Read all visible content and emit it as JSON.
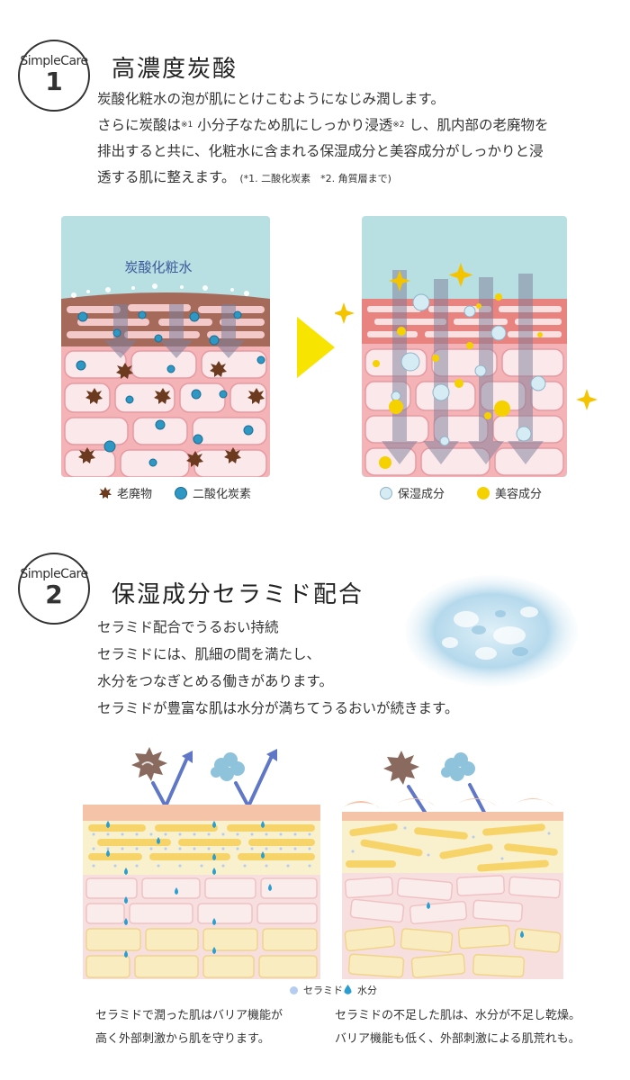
{
  "section1": {
    "badge_label": "SimpleCare",
    "badge_number": "1",
    "title": "高濃度炭酸",
    "desc_line1": "炭酸化粧水の泡が肌にとけこむようになじみ潤します。",
    "desc_line2_a": "さらに炭酸は",
    "desc_line2_sup1": "※1",
    "desc_line2_b": " 小分子なため肌にしっかり浸透",
    "desc_line2_sup2": "※2",
    "desc_line2_c": " し、肌内部の老廃物を",
    "desc_line3": "排出すると共に、化粧水に含まれる保湿成分と美容成分がしっかりと浸",
    "desc_line4": "透する肌に整えます。",
    "footnote": "(*1. 二酸化炭素　*2. 角質層まで)",
    "left_panel_label": "炭酸化粧水",
    "legend_waste": "老廃物",
    "legend_co2": "二酸化炭素",
    "legend_moist": "保湿成分",
    "legend_beauty": "美容成分"
  },
  "section2": {
    "badge_label": "SimpleCare",
    "badge_number": "2",
    "title": "保湿成分セラミド配合",
    "desc_line1": "セラミド配合でうるおい持続",
    "desc_line2": "セラミドには、肌細の間を満たし、",
    "desc_line3": "水分をつなぎとめる働きがあります。",
    "desc_line4": "セラミドが豊富な肌は水分が満ちてうるおいが続きます。",
    "legend_ceramide": "セラミド",
    "legend_water": "水分",
    "caption_left_1": "セラミドで潤った肌はバリア機能が",
    "caption_left_2": "高く外部刺激から肌を守ります。",
    "caption_right_1": "セラミドの不足した肌は、水分が不足し乾燥。",
    "caption_right_2": "バリア機能も低く、外部刺激による肌荒れも。"
  },
  "colors": {
    "sky": "#b8dfe2",
    "skin_pink": "#f3b3b7",
    "skin_dark": "#a56a5a",
    "cell_white": "#fbe8ea",
    "yellow_arrow": "#f7e400",
    "co2_blue": "#2f97c4",
    "waste_brown": "#6b3a1f",
    "gold": "#f5d100",
    "ceramide_dot": "#b4cdf0",
    "water_drop": "#2a9ed0",
    "lipid_yellow": "#f7d46a"
  }
}
